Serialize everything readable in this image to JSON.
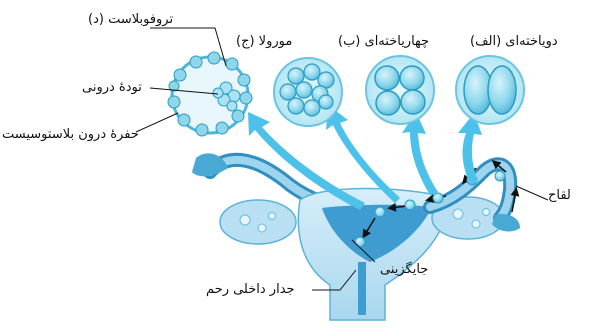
{
  "labels": {
    "trophoblast": "تروفوبلاست (د)",
    "inner_mass": "تودهٔ درونی",
    "blastocyst_cavity": "حفرهٔ درون بلاستوسیست",
    "morula": "مورولا (ج)",
    "four_cell": "چهارياخته‌ای (ب)",
    "two_cell": "دوياخته‌ای (الف)",
    "zygote": "لقاح",
    "implantation": "جايگزينی",
    "uterine_wall": "جدار داخلی رحم"
  },
  "colors": {
    "cell_fill": "#7fd3e8",
    "cell_stroke": "#2b9cc2",
    "uterus_fill": "#cfeaf6",
    "uterus_dark": "#2f8fc0",
    "arrow": "#4cc1ea"
  }
}
